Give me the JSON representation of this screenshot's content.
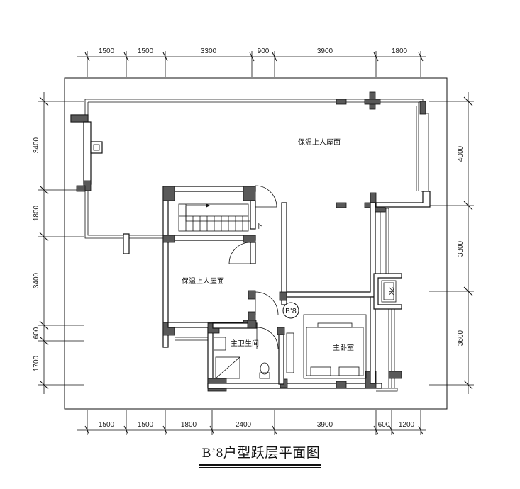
{
  "top_dimensions": [
    "1500",
    "1500",
    "3300",
    "900",
    "3900",
    "1800"
  ],
  "bottom_dimensions": [
    "1500",
    "1500",
    "1800",
    "2400",
    "3900",
    "600",
    "1200"
  ],
  "left_dimensions": [
    "3400",
    "1800",
    "3400",
    "600",
    "1700"
  ],
  "right_dimensions": [
    "4000",
    "3300",
    "3600"
  ],
  "rooms": {
    "roof_terrace_large": "保温上人屋面",
    "roof_terrace_small": "保温上人屋面",
    "master_bathroom": "主卫生间",
    "master_bedroom": "主卧室"
  },
  "stair_down_label": "下",
  "aircon_label": "2K",
  "unit_marker": "B'8",
  "plan_title": "B’8户型跃层平面图"
}
